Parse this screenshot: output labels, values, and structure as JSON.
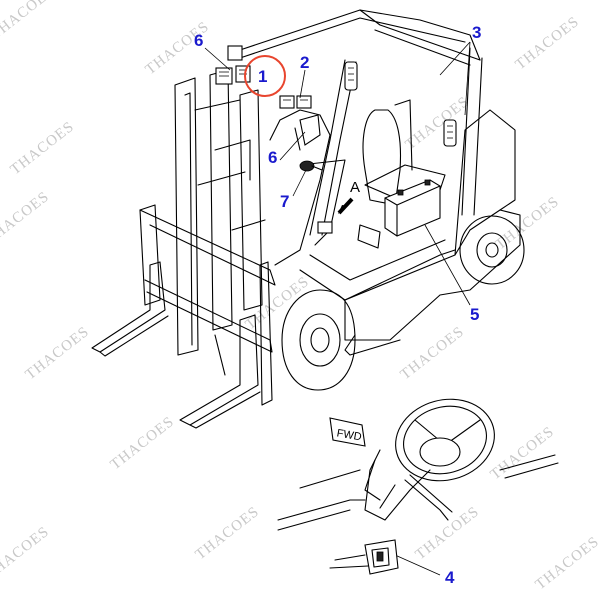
{
  "colors": {
    "callout": "#1a1acd",
    "highlight_circle": "#e8452e",
    "watermark": "#c8c8c8",
    "line": "#000000"
  },
  "callouts": {
    "c1": "1",
    "c2": "2",
    "c3": "3",
    "c4": "4",
    "c5": "5",
    "c6a": "6",
    "c6b": "6",
    "c7": "7"
  },
  "view_label": "A",
  "fwd_label": "FWD",
  "watermark": "THACOES"
}
